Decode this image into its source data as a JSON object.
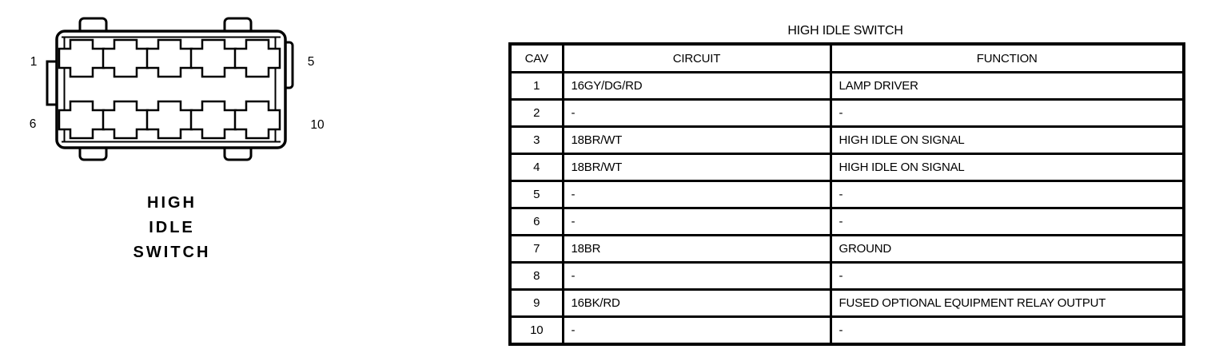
{
  "page": {
    "background": "#ffffff",
    "ink": "#000000"
  },
  "connector": {
    "pins": [
      "1",
      "5",
      "6",
      "10"
    ],
    "caption_lines": [
      "HIGH",
      "IDLE",
      "SWITCH"
    ]
  },
  "table": {
    "title": "HIGH IDLE SWITCH",
    "headers": [
      "CAV",
      "CIRCUIT",
      "FUNCTION"
    ],
    "rows": [
      [
        "1",
        "16GY/DG/RD",
        "LAMP DRIVER"
      ],
      [
        "2",
        "-",
        "-"
      ],
      [
        "3",
        "18BR/WT",
        "HIGH IDLE ON SIGNAL"
      ],
      [
        "4",
        "18BR/WT",
        "HIGH IDLE ON SIGNAL"
      ],
      [
        "5",
        "-",
        "-"
      ],
      [
        "6",
        "-",
        "-"
      ],
      [
        "7",
        "18BR",
        "GROUND"
      ],
      [
        "8",
        "-",
        "-"
      ],
      [
        "9",
        "16BK/RD",
        "FUSED OPTIONAL EQUIPMENT RELAY OUTPUT"
      ],
      [
        "10",
        "-",
        "-"
      ]
    ]
  }
}
